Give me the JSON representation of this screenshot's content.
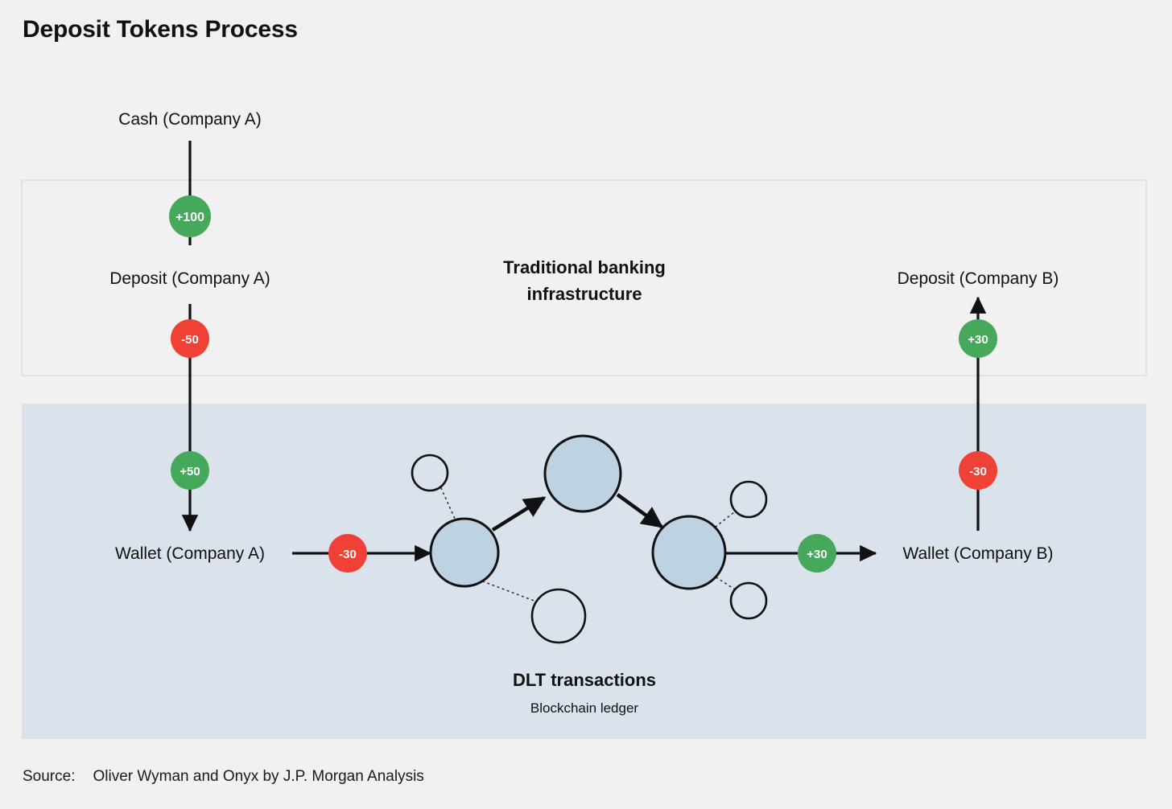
{
  "title": "Deposit Tokens Process",
  "colors": {
    "background": "#f1f1f1",
    "positive_badge": "#45a85a",
    "negative_badge": "#ef4136",
    "ledger_zone": "#dae2ec",
    "bank_zone_border": "#e0e0e0",
    "node_fill": "#bdd2e3",
    "node_stroke": "#111111",
    "line": "#111111"
  },
  "zones": {
    "bank": {
      "title_line1": "Traditional banking",
      "title_line2": "infrastructure"
    },
    "ledger": {
      "title": "DLT transactions",
      "subtitle": "Blockchain ledger"
    }
  },
  "nodes": {
    "cash_a": "Cash (Company A)",
    "deposit_a": "Deposit (Company A)",
    "wallet_a": "Wallet (Company A)",
    "deposit_b": "Deposit (Company B)",
    "wallet_b": "Wallet (Company B)"
  },
  "badges": [
    {
      "id": "cash-to-deposit-a",
      "label": "+100",
      "sign": "positive"
    },
    {
      "id": "deposit-a-outflow",
      "label": "-50",
      "sign": "negative"
    },
    {
      "id": "wallet-a-inflow",
      "label": "+50",
      "sign": "positive"
    },
    {
      "id": "wallet-a-transfer-out",
      "label": "-30",
      "sign": "negative"
    },
    {
      "id": "wallet-b-transfer-in",
      "label": "+30",
      "sign": "positive"
    },
    {
      "id": "wallet-b-outflow",
      "label": "-30",
      "sign": "negative"
    },
    {
      "id": "deposit-b-inflow",
      "label": "+30",
      "sign": "positive"
    }
  ],
  "chart_data": {
    "type": "diagram",
    "title": "Deposit Tokens Process",
    "flows": [
      {
        "from": "Cash (Company A)",
        "to": "Deposit (Company A)",
        "amount": "+100"
      },
      {
        "from": "Deposit (Company A)",
        "to": "Wallet (Company A)",
        "amount_out": "-50",
        "amount_in": "+50"
      },
      {
        "from": "Wallet (Company A)",
        "to": "DLT transactions",
        "amount": "-30"
      },
      {
        "from": "DLT transactions",
        "to": "Wallet (Company B)",
        "amount": "+30"
      },
      {
        "from": "Wallet (Company B)",
        "to": "Deposit (Company B)",
        "amount_out": "-30",
        "amount_in": "+30"
      }
    ],
    "ledger_nodes": 3,
    "ledger_satellites": 4
  },
  "footer": {
    "source_label": "Source:",
    "source_value": "Oliver Wyman and Onyx by J.P. Morgan Analysis"
  }
}
